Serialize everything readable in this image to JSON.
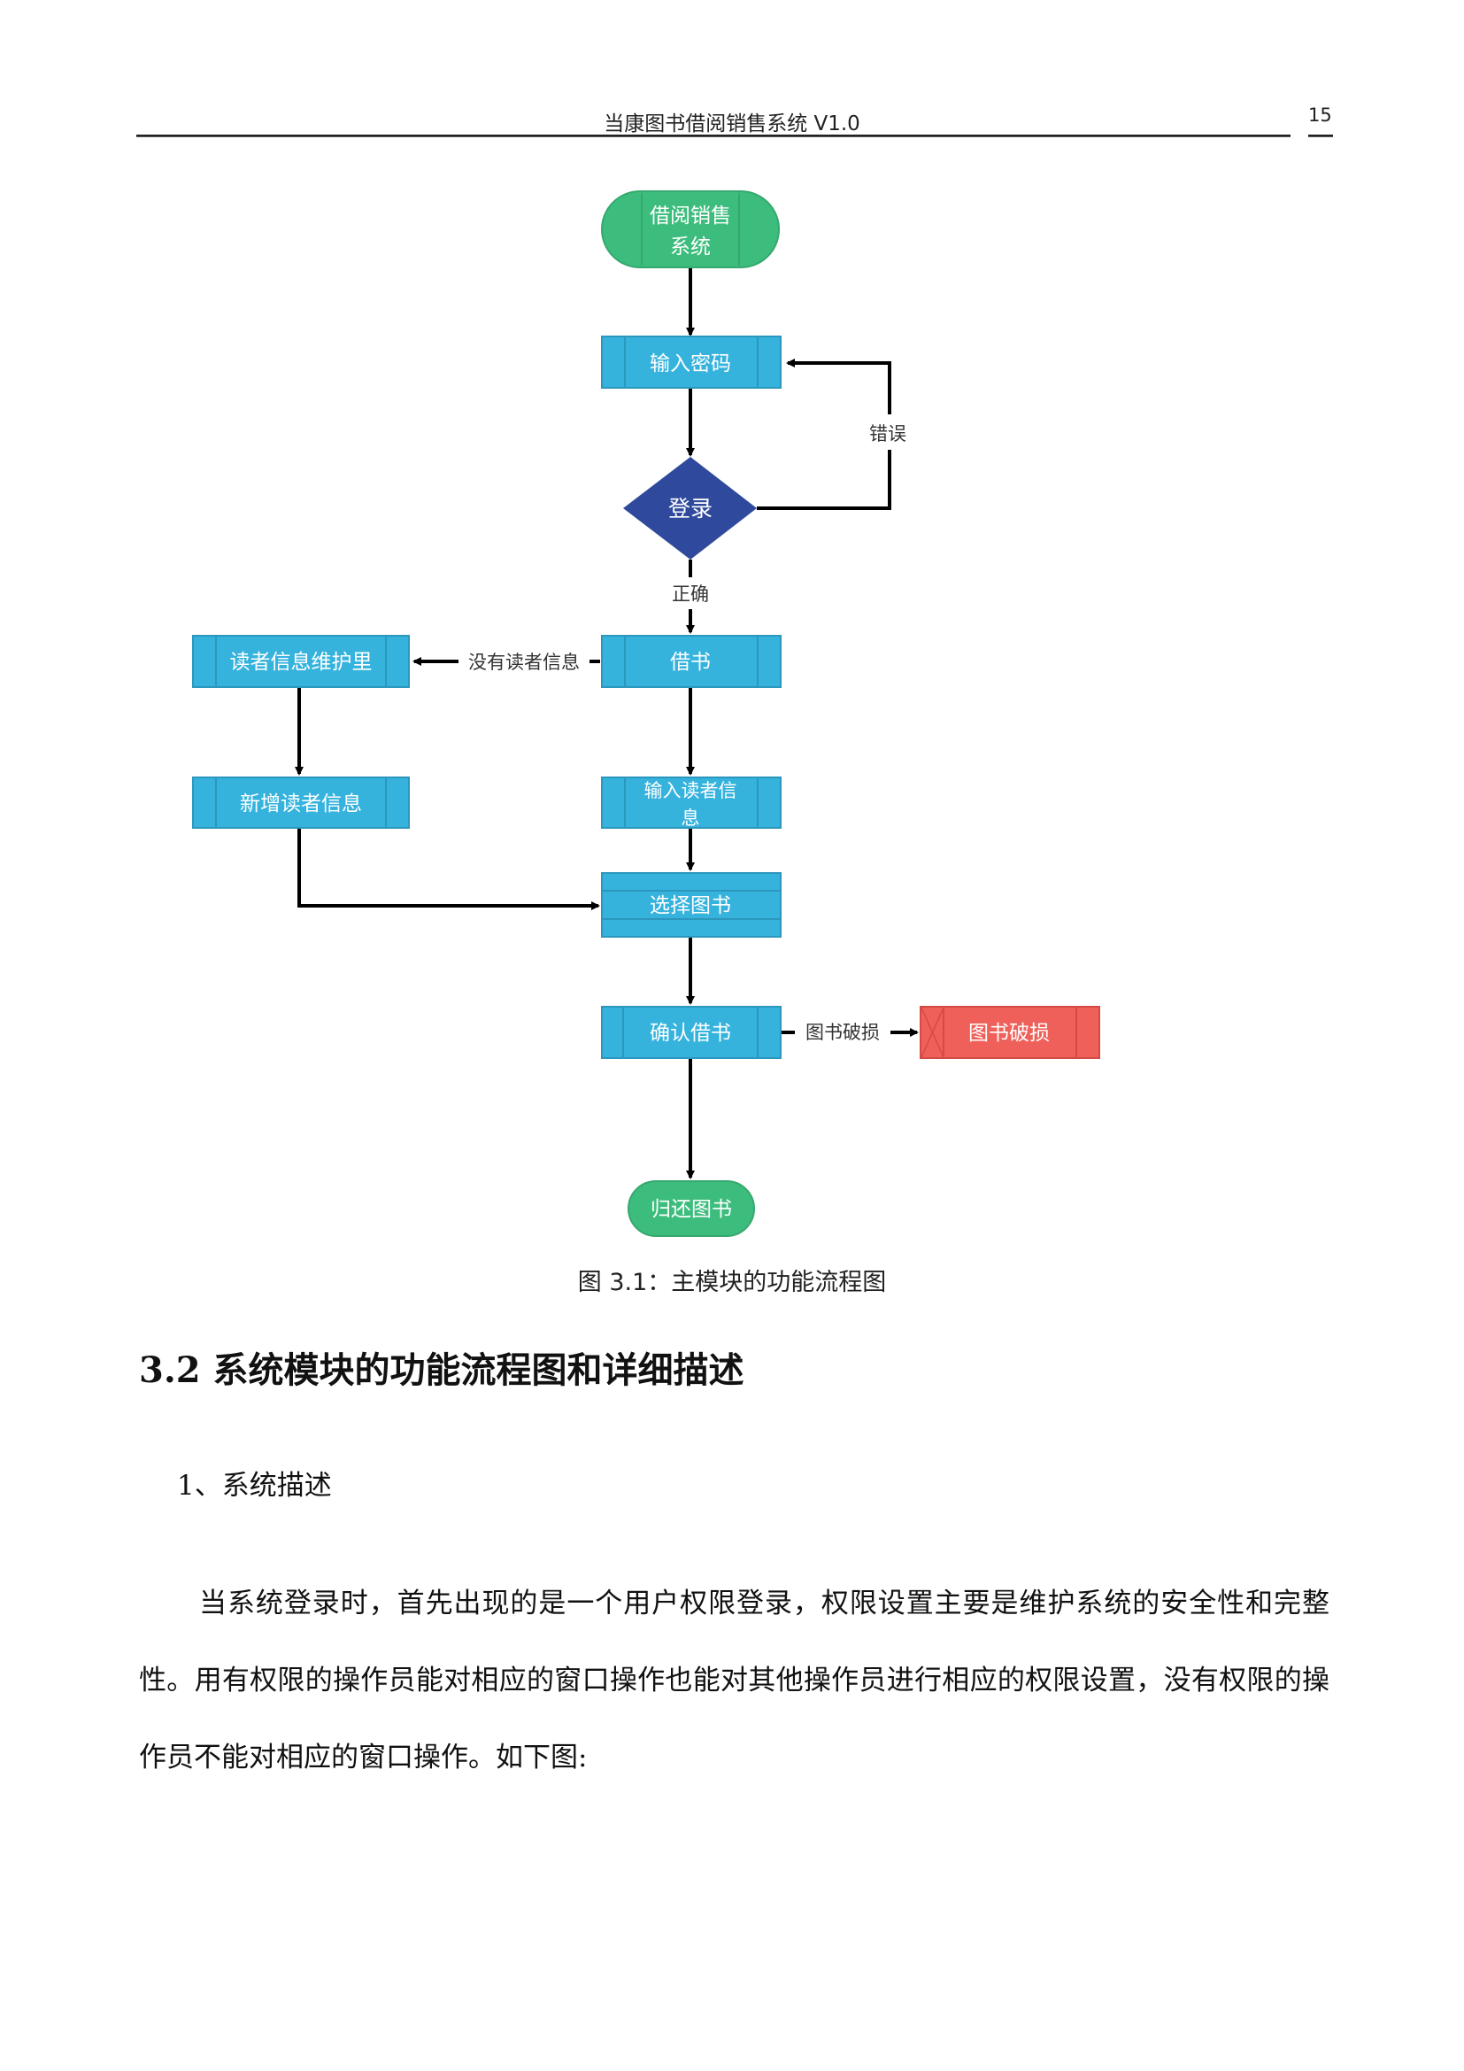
{
  "header": {
    "title": "当康图书借阅销售系统 V1.0",
    "page_number": "15"
  },
  "diagram": {
    "colors": {
      "terminal": "#3dbd7d",
      "process": "#36b3dd",
      "decision": "#2f4a9c",
      "error": "#f0605a",
      "arrow": "#000000"
    },
    "nodes": {
      "start": {
        "line1": "借阅销售",
        "line2": "系统"
      },
      "input_password": "输入密码",
      "login": "登录",
      "borrow": "借书",
      "reader_maintenance": "读者信息维护里",
      "add_reader": "新增读者信息",
      "input_reader": {
        "line1": "输入读者信",
        "line2": "息"
      },
      "select_book": "选择图书",
      "confirm_borrow": "确认借书",
      "book_damaged": "图书破损",
      "return_book": "归还图书"
    },
    "edges": {
      "error": "错误",
      "correct": "正确",
      "no_reader_info": "没有读者信息",
      "book_damaged": "图书破损"
    },
    "caption": "图 3.1：主模块的功能流程图"
  },
  "section": {
    "title": "3.2 系统模块的功能流程图和详细描述",
    "subsection": "1、系统描述",
    "paragraph": "当系统登录时，首先出现的是一个用户权限登录，权限设置主要是维护系统的安全性和完整性。用有权限的操作员能对相应的窗口操作也能对其他操作员进行相应的权限设置，没有权限的操作员不能对相应的窗口操作。如下图:"
  }
}
